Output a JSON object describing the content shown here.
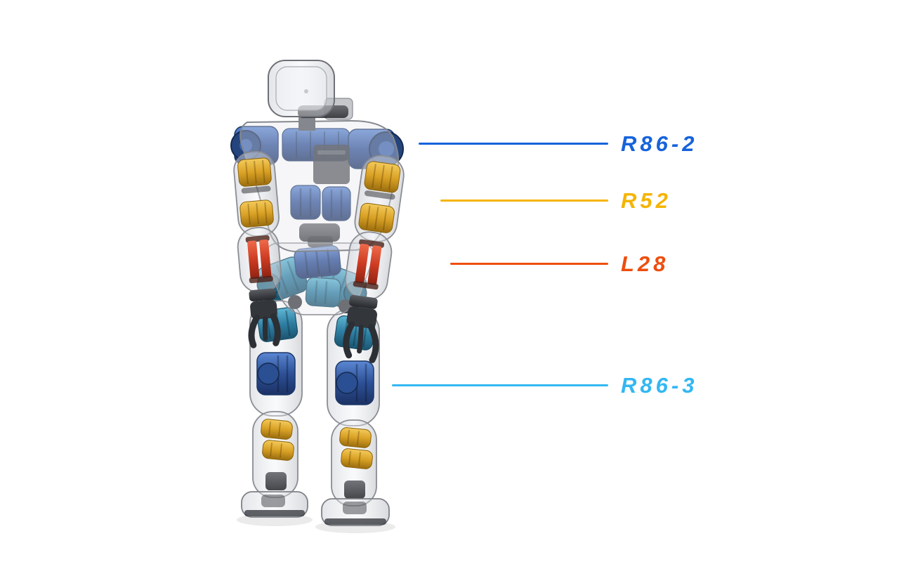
{
  "figure": {
    "background_color": "#ffffff",
    "subject": "transparent humanoid robot with internal actuators labeled",
    "callouts": [
      {
        "id": "callout-r86-2",
        "label": "R86-2",
        "color": "#1563db",
        "target_part": "shoulder-actuator"
      },
      {
        "id": "callout-r52",
        "label": "R52",
        "color": "#f5b402",
        "target_part": "elbow-actuator"
      },
      {
        "id": "callout-l28",
        "label": "L28",
        "color": "#ee4d0e",
        "target_part": "forearm-linear-actuator"
      },
      {
        "id": "callout-r86-3",
        "label": "R86-3",
        "color": "#33b7f2",
        "target_part": "knee-actuator"
      }
    ],
    "palette": {
      "shoulder_motor": "#2d5096",
      "arm_motor": "#d9a125",
      "forearm_actuator": "#cc3b22",
      "hip_thigh_motor": "#2f7fa3",
      "knee_motor": "#2d5096",
      "ankle_motor": "#d9a125",
      "shell": "#c9ccd2"
    }
  }
}
